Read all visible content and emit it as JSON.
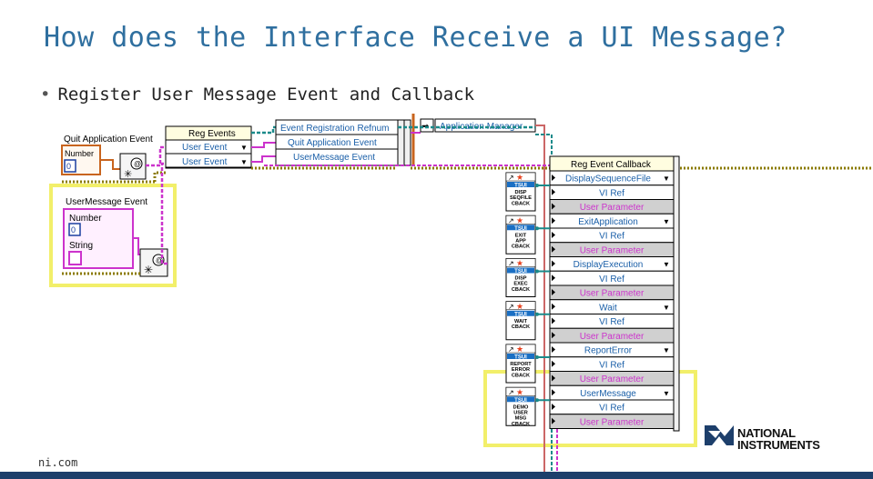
{
  "slide": {
    "title": "How does the Interface Receive a UI Message?",
    "bullet": "Register User Message Event and Callback",
    "footer_url": "ni.com"
  },
  "diagram": {
    "quit_event_label": "Quit Application Event",
    "quit_cluster_label": "Number",
    "quit_number_value": "0",
    "user_msg_event_label": "UserMessage Event",
    "user_msg_number_label": "Number",
    "user_msg_number_value": "0",
    "user_msg_string_label": "String",
    "reg_events_title": "Reg Events",
    "reg_events_rows": [
      "User Event",
      "User Event"
    ],
    "event_ref_rows": [
      "Event Registration Refnum",
      "Quit Application Event",
      "UserMessage Event"
    ],
    "app_manager_label": "Application Manager",
    "callback_title": "Reg Event Callback",
    "callbacks": [
      {
        "event": "DisplaySequenceFile",
        "vi_ref": "VI Ref",
        "user_param": "User Parameter",
        "icon_lines": [
          "DISP",
          "SEQFILE",
          "CBACK"
        ]
      },
      {
        "event": "ExitApplication",
        "vi_ref": "VI Ref",
        "user_param": "User Parameter",
        "icon_lines": [
          "EXIT",
          "APP",
          "CBACK"
        ]
      },
      {
        "event": "DisplayExecution",
        "vi_ref": "VI Ref",
        "user_param": "User Parameter",
        "icon_lines": [
          "DISP",
          "EXEC",
          "CBACK"
        ]
      },
      {
        "event": "Wait",
        "vi_ref": "VI Ref",
        "user_param": "User Parameter",
        "icon_lines": [
          "WAIT",
          "CBACK"
        ]
      },
      {
        "event": "ReportError",
        "vi_ref": "VI Ref",
        "user_param": "User Parameter",
        "icon_lines": [
          "REPORT",
          "ERROR",
          "CBACK"
        ]
      },
      {
        "event": "UserMessage",
        "vi_ref": "VI Ref",
        "user_param": "User Parameter",
        "icon_lines": [
          "DEMO",
          "USER",
          "MSG",
          "CBACK"
        ]
      }
    ],
    "icon_badge": "TSUI",
    "highlight_color": "#f2ef6a",
    "wire_pink": "#cc33cc",
    "wire_blue": "#1a5fa8",
    "wire_orange": "#c8641e"
  },
  "logo": {
    "line1": "NATIONAL",
    "line2": "INSTRUMENTS"
  }
}
